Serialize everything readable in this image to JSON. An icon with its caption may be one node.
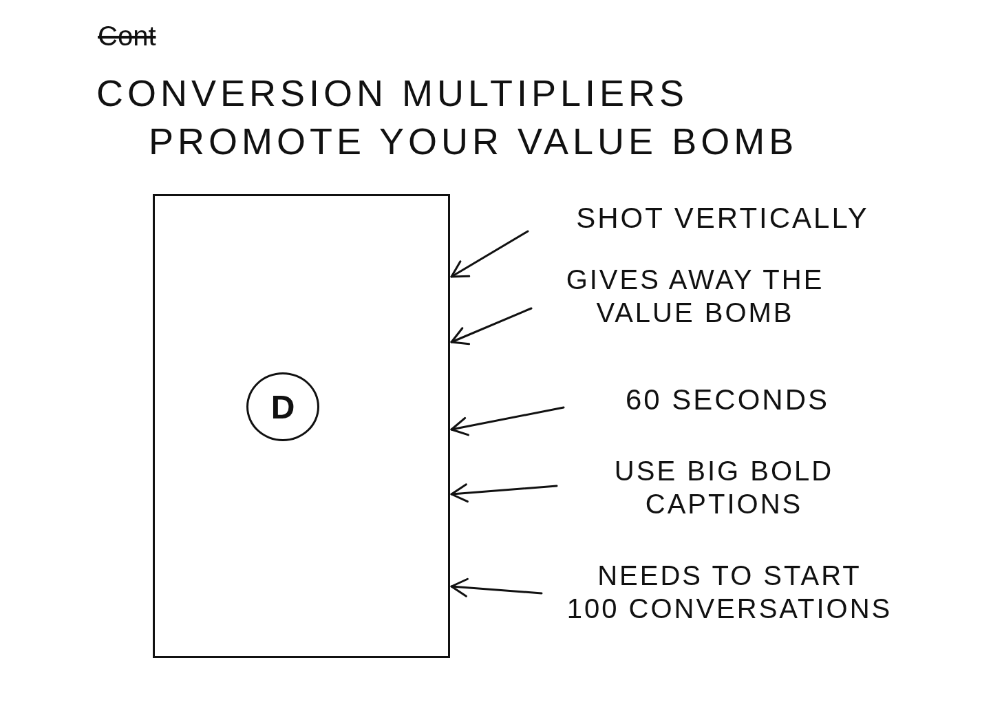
{
  "diagram": {
    "title": "CONVERSION MULTIPLIERS PROMOTE YOUR VALUE BOMB",
    "nodes": [
      {
        "text": [],
        "shape": "box"
      },
      {
        "text": [
          "D"
        ],
        "in": 0
      },
      {
        "text": [
          "SHOT VERTICALLY"
        ]
      },
      {
        "text": [
          "GIVES AWAY THE VALUE BOMB"
        ]
      },
      {
        "text": [
          "60 SECONDS"
        ]
      },
      {
        "text": [
          "USE BIG BOLD CAPTIONS"
        ]
      },
      {
        "text": [
          "NEEDS TO START 100 CONVERSATIONS"
        ]
      }
    ],
    "edges": [
      {
        "from": 2,
        "to": 0,
        "arrow": "to"
      },
      {
        "from": 3,
        "to": 0,
        "arrow": "to"
      },
      {
        "from": 4,
        "to": 0,
        "arrow": "to"
      },
      {
        "from": 5,
        "to": 0,
        "arrow": "to"
      },
      {
        "from": 6,
        "to": 0,
        "arrow": "to"
      }
    ],
    "labels": [
      "Cont"
    ]
  }
}
